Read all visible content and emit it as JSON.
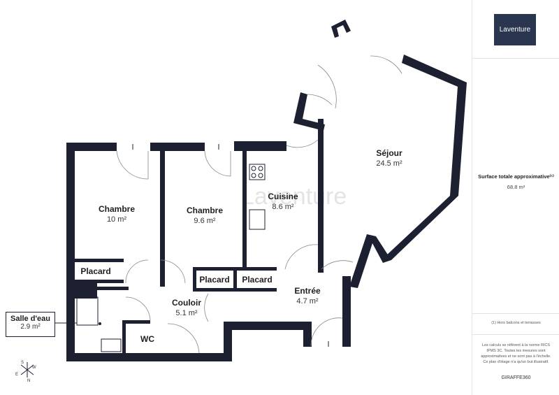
{
  "rooms": {
    "sejour": {
      "name": "Séjour",
      "area": "24.5 m²"
    },
    "chambre1": {
      "name": "Chambre",
      "area": "10 m²"
    },
    "chambre2": {
      "name": "Chambre",
      "area": "9.6 m²"
    },
    "cuisine": {
      "name": "Cuisine",
      "area": "8.6 m²"
    },
    "couloir": {
      "name": "Couloir",
      "area": "5.1 m²"
    },
    "entree": {
      "name": "Entrée",
      "area": "4.7 m²"
    },
    "placard1": {
      "name": "Placard"
    },
    "placard2": {
      "name": "Placard"
    },
    "placard3": {
      "name": "Placard"
    },
    "wc": {
      "name": "WC"
    },
    "salle_deau": {
      "name": "Salle d'eau",
      "area": "2.9 m²"
    }
  },
  "watermark": "Laventure",
  "compass": {
    "s": "S",
    "w": "W",
    "e": "E",
    "n": "N"
  },
  "sidebar": {
    "logo_text": "Laventure",
    "surface_label": "Surface totale approximative⁽¹⁾",
    "surface_value": "68.8 m²",
    "footnote": "(1) Hors balcons et terrasses",
    "disclaimer": "Les calculs se réfèrent à la norme RICS IPMS 3C. Toutes les mesures sont approximatives et ne sont pas à l'échelle. Ce plan d'étage n'a qu'un but illustratif.",
    "brand": "GIRAFFE360"
  },
  "colors": {
    "wall": "#1d2030",
    "logo_bg": "#2a3550"
  }
}
